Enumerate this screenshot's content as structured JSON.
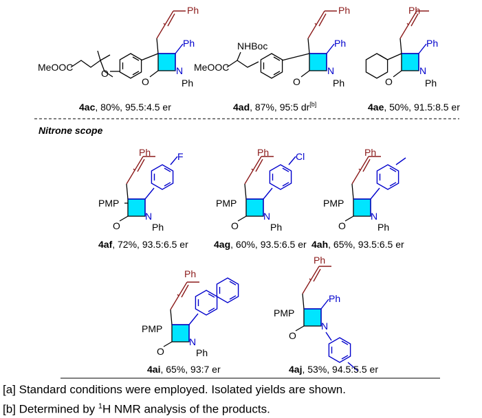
{
  "section_title": "Nitrone scope",
  "atoms": {
    "ph": "Ph",
    "n": "N",
    "o": "O",
    "pmp": "PMP",
    "f": "F",
    "cl": "Cl",
    "nhboc": "NHBoc",
    "meooc": "MeOOC"
  },
  "compounds": [
    {
      "id": "4ac",
      "rest": ", 80%, 95.5:4.5 er"
    },
    {
      "id": "4ad",
      "rest": ", 87%, 95:5 dr",
      "sup": "[b]"
    },
    {
      "id": "4ae",
      "rest": ", 50%, 91.5:8.5 er"
    },
    {
      "id": "4af",
      "rest": ", 72%, 93.5:6.5 er"
    },
    {
      "id": "4ag",
      "rest": ", 60%, 93.5:6.5 er"
    },
    {
      "id": "4ah",
      "rest": ", 65%, 93.5:6.5 er"
    },
    {
      "id": "4ai",
      "rest": ", 65%, 93:7 er"
    },
    {
      "id": "4aj",
      "rest": ", 53%, 94.5:5.5 er"
    }
  ],
  "footnotes": {
    "a": "[a] Standard conditions were employed.  Isolated yields are shown.",
    "b_pre": "[b]  Determined by ",
    "b_sup": "1",
    "b_post": "H NMR analysis of the products."
  },
  "colors": {
    "ring_fill": "#00e5ff",
    "blue": "#0000cc",
    "dark_red": "#8b1a1a"
  }
}
